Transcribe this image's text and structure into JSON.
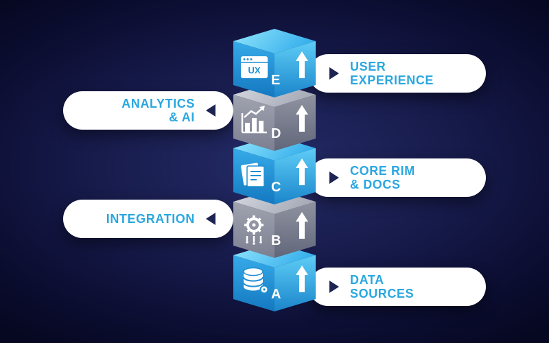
{
  "colors": {
    "background_center": "#242b66",
    "background_edge": "#060720",
    "pill_background": "#ffffff",
    "pill_text": "#2aa7e0",
    "pointer_triangle": "#1e2452",
    "cube_blue_top": "#93e6fc",
    "cube_blue_front": "#1478c0",
    "cube_blue_right": "#5ecdf6",
    "cube_gray_top": "#d6d9e0",
    "cube_gray_front": "#7b7f90",
    "cube_gray_right": "#61667a",
    "icon_color": "#ffffff"
  },
  "icons": {
    "up_arrow": "up-arrow-icon",
    "pointer": "pointer-triangle-icon"
  },
  "layers": [
    {
      "letter": "A",
      "color": "blue",
      "icon": "database-icon",
      "side": "right",
      "label": "DATA SOURCES",
      "label_lines": [
        "DATA",
        "SOURCES"
      ]
    },
    {
      "letter": "B",
      "color": "gray",
      "icon": "integration-gear-icon",
      "side": "left",
      "label": "INTEGRATION",
      "label_lines": [
        "INTEGRATION"
      ]
    },
    {
      "letter": "C",
      "color": "blue",
      "icon": "documents-icon",
      "side": "right",
      "label": "CORE RIM & DOCS",
      "label_lines": [
        "CORE RIM",
        "& DOCS"
      ]
    },
    {
      "letter": "D",
      "color": "gray",
      "icon": "analytics-chart-icon",
      "side": "left",
      "label": "ANALYTICS & AI",
      "label_lines": [
        "ANALYTICS",
        "& AI"
      ]
    },
    {
      "letter": "E",
      "color": "blue",
      "icon": "ux-browser-icon",
      "side": "right",
      "label": "USER EXPERIENCE",
      "label_lines": [
        "USER",
        "EXPERIENCE"
      ]
    }
  ]
}
